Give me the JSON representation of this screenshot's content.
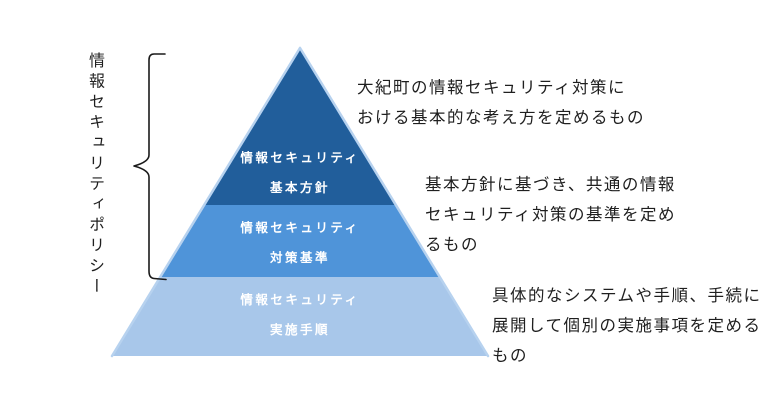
{
  "diagram": {
    "left_label": "情報セキュリティポリシー",
    "pyramid": {
      "tiers": [
        {
          "line1": "情報セキュリティ",
          "line2": "基本方針",
          "color": "#215E9B"
        },
        {
          "line1": "情報セキュリティ",
          "line2": "対策基準",
          "color": "#4F94D9"
        },
        {
          "line1": "情報セキュリティ",
          "line2": "実施手順",
          "color": "#A8C7EA"
        }
      ],
      "edge_highlight_color": "#B7D2EF",
      "label_color": "#FFFFFF"
    },
    "brace_color": "#1a1a1a",
    "text_color": "#1f1f1f",
    "descriptions": [
      {
        "lines": [
          "大紀町の情報セキュリティ対策に",
          "おける基本的な考え方を定めるもの"
        ]
      },
      {
        "lines": [
          "基本方針に基づき、共通の情報",
          "セキュリティ対策の基準を定め",
          "るもの"
        ]
      },
      {
        "lines": [
          "具体的なシステムや手順、手続に",
          "展開して個別の実施事項を定める",
          "もの"
        ]
      }
    ]
  }
}
